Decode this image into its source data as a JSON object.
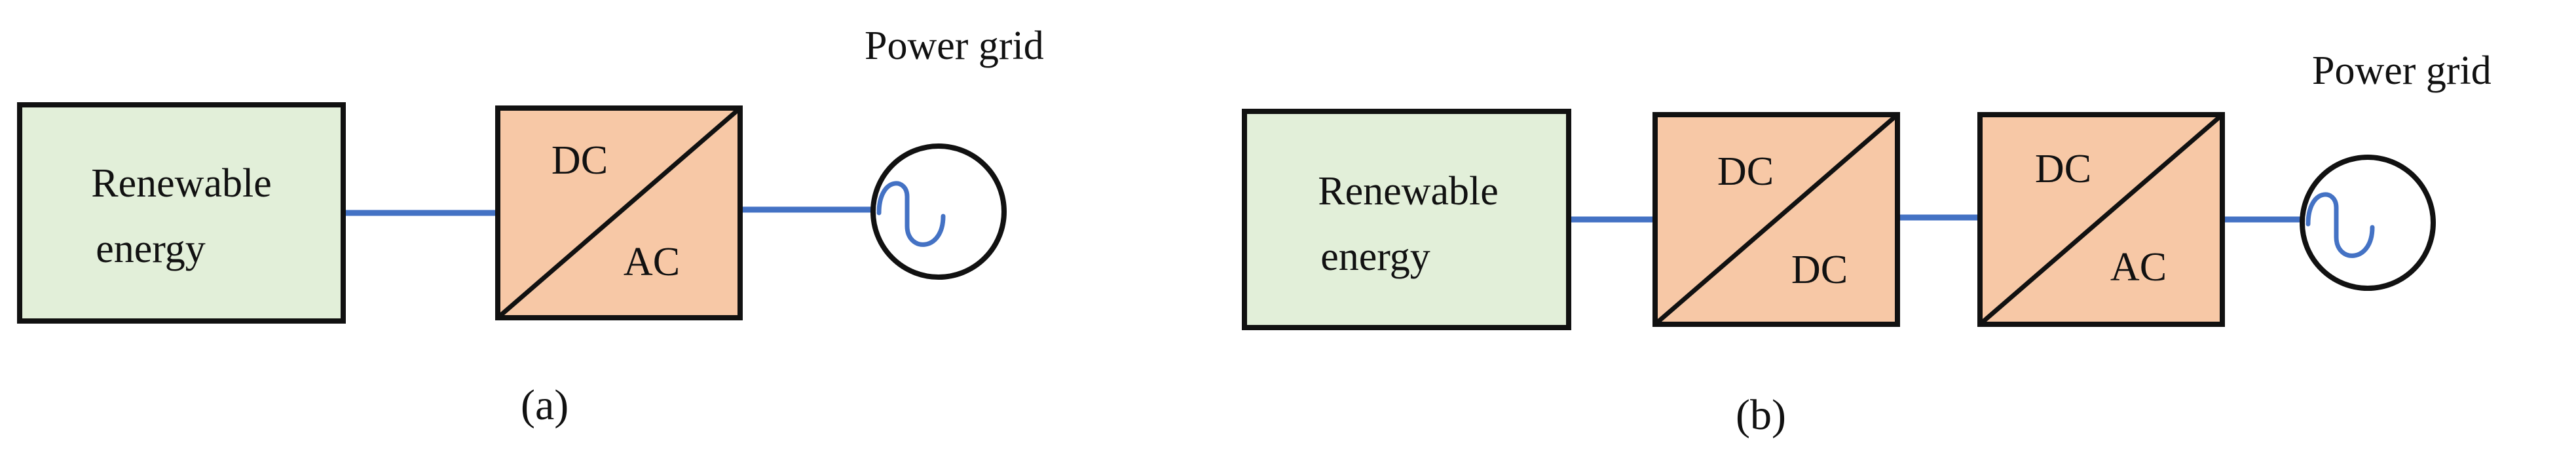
{
  "colors": {
    "source_fill": "#e2efd9",
    "converter_fill": "#f7c8a6",
    "stroke": "#111111",
    "wire": "#4472c4",
    "sine": "#4472c4"
  },
  "diagram_a": {
    "caption": "(a)",
    "grid_label": "Power grid",
    "source": {
      "line1": "Renewable",
      "line2": "energy",
      "icon": "renewable-source-block"
    },
    "converter": {
      "top": "DC",
      "bottom": "AC"
    },
    "grid_icon": "ac-sine-source-icon"
  },
  "diagram_b": {
    "caption": "(b)",
    "grid_label": "Power grid",
    "source": {
      "line1": "Renewable",
      "line2": "energy",
      "icon": "renewable-source-block"
    },
    "converter1": {
      "top": "DC",
      "bottom": "DC"
    },
    "converter2": {
      "top": "DC",
      "bottom": "AC"
    },
    "grid_icon": "ac-sine-source-icon"
  }
}
